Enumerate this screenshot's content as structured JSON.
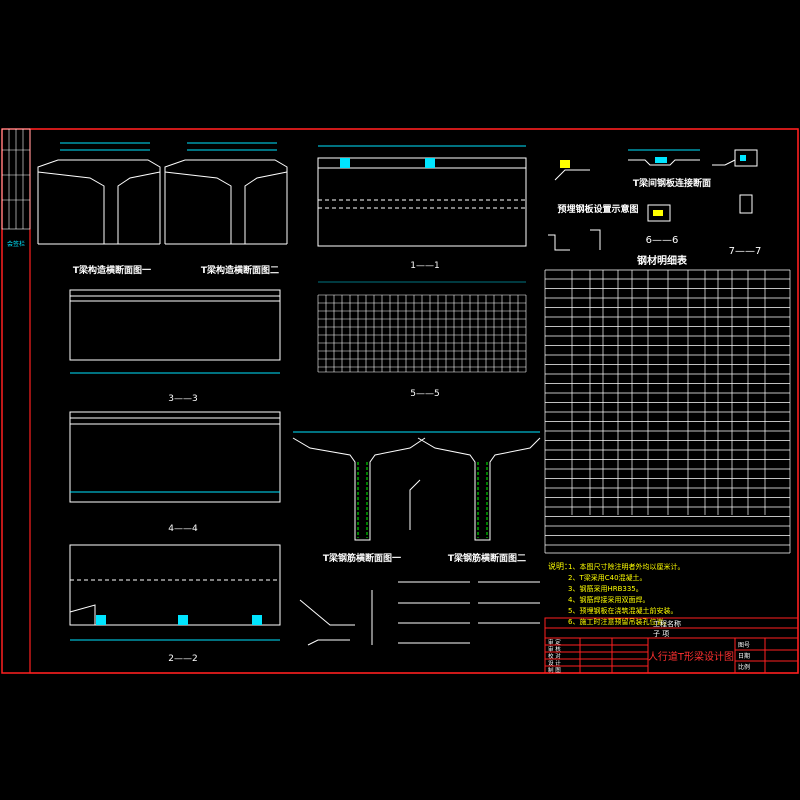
{
  "colors": {
    "background": "#000000",
    "frame": "#ff2020",
    "line": "#ffffff",
    "cyan": "#00e5ff",
    "yellow": "#ffff00",
    "green": "#00ff00",
    "red_text": "#ff3030"
  },
  "titles": {
    "t_section_1": "T梁构造横断面图一",
    "t_section_2": "T梁构造横断面图二",
    "steel_plate_detail": "T梁间钢板连接断面",
    "embedded_plate": "预埋钢板设置示意图",
    "section_6": "6——6",
    "section_7": "7——7",
    "material_table": "钢材明细表",
    "section_1": "1——1",
    "section_2": "2——2",
    "section_3": "3——3",
    "section_4": "4——4",
    "section_5": "5——5",
    "rebar_section_1": "T梁钢筋横断面图一",
    "rebar_section_2": "T梁钢筋横断面图二"
  },
  "notes": {
    "heading": "说明：",
    "items": [
      "1、本图尺寸除注明者外均以厘米计。",
      "2、T梁采用C40混凝土。",
      "3、钢筋采用HRB335。",
      "4、钢筋焊接采用双面焊。",
      "5、预埋钢板在浇筑混凝土前安装。",
      "6、施工时注意预留吊装孔位置。"
    ]
  },
  "title_block": {
    "project_label": "工程名称",
    "subitem_label": "子 项",
    "drawing_title": "人行道T形梁设计图",
    "left_rows": [
      "审 定",
      "审 核",
      "校 对",
      "设 计",
      "制 图"
    ],
    "right_cells": [
      "图号",
      "日期",
      "比例"
    ]
  },
  "left_strip_label": "会签栏"
}
